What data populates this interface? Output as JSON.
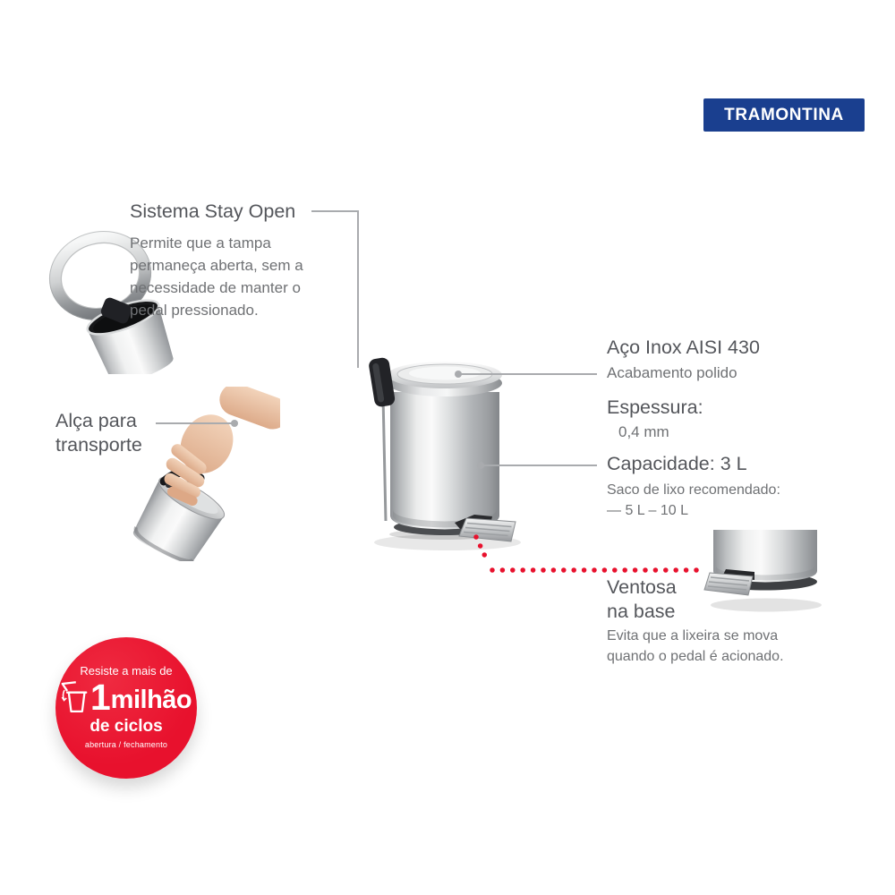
{
  "logo": {
    "text": "TRAMONTINA"
  },
  "stay_open": {
    "title": "Sistema Stay Open",
    "description": "Permite que a tampa\npermaneça aberta, sem a\nnecessidade de manter o\npedal pressionado."
  },
  "handle": {
    "title": "Alça para\ntransporte"
  },
  "material": {
    "title": "Aço Inox AISI 430",
    "subtitle": "Acabamento polido"
  },
  "thickness": {
    "title": "Espessura:",
    "value": "0,4 mm"
  },
  "capacity": {
    "title": "Capacidade: 3 L",
    "subtitle": "Saco de lixo recomendado:",
    "range": "— 5 L – 10 L"
  },
  "suction": {
    "title": "Ventosa\nna base",
    "description": "Evita que a lixeira se mova\nquando o pedal é acionado."
  },
  "badge": {
    "top": "Resiste a mais de",
    "number": "1",
    "word": "milhão",
    "middle": "de ciclos",
    "bottom": "abertura / fechamento"
  },
  "colors": {
    "logo_blue": "#1a3f8f",
    "accent_red": "#e8112d",
    "line_gray": "#a9abae",
    "heading_gray": "#54565b",
    "body_gray": "#6f7174"
  }
}
